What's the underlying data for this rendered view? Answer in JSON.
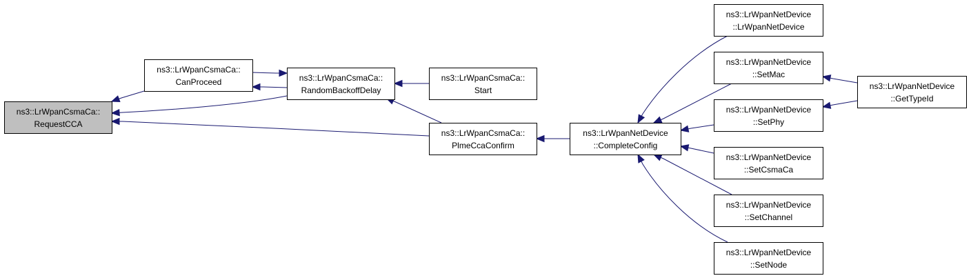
{
  "colors": {
    "edge": "#191970",
    "node_fill": "#ffffff",
    "node_highlight_fill": "#bfbfbf",
    "node_border": "#000000"
  },
  "nodes": [
    {
      "id": "request-cca",
      "line1": "ns3::LrWpanCsmaCa::",
      "line2": "RequestCCA",
      "highlighted": true
    },
    {
      "id": "can-proceed",
      "line1": "ns3::LrWpanCsmaCa::",
      "line2": "CanProceed",
      "highlighted": false
    },
    {
      "id": "random-backoff-delay",
      "line1": "ns3::LrWpanCsmaCa::",
      "line2": "RandomBackoffDelay",
      "highlighted": false
    },
    {
      "id": "start",
      "line1": "ns3::LrWpanCsmaCa::",
      "line2": "Start",
      "highlighted": false
    },
    {
      "id": "plme-cca-confirm",
      "line1": "ns3::LrWpanCsmaCa::",
      "line2": "PlmeCcaConfirm",
      "highlighted": false
    },
    {
      "id": "complete-config",
      "line1": "ns3::LrWpanNetDevice",
      "line2": "::CompleteConfig",
      "highlighted": false
    },
    {
      "id": "lrwpannetdevice",
      "line1": "ns3::LrWpanNetDevice",
      "line2": "::LrWpanNetDevice",
      "highlighted": false
    },
    {
      "id": "set-mac",
      "line1": "ns3::LrWpanNetDevice",
      "line2": "::SetMac",
      "highlighted": false
    },
    {
      "id": "set-phy",
      "line1": "ns3::LrWpanNetDevice",
      "line2": "::SetPhy",
      "highlighted": false
    },
    {
      "id": "set-csma-ca",
      "line1": "ns3::LrWpanNetDevice",
      "line2": "::SetCsmaCa",
      "highlighted": false
    },
    {
      "id": "set-channel",
      "line1": "ns3::LrWpanNetDevice",
      "line2": "::SetChannel",
      "highlighted": false
    },
    {
      "id": "set-node",
      "line1": "ns3::LrWpanNetDevice",
      "line2": "::SetNode",
      "highlighted": false
    },
    {
      "id": "get-type-id",
      "line1": "ns3::LrWpanNetDevice",
      "line2": "::GetTypeId",
      "highlighted": false
    }
  ],
  "edges": [
    {
      "from": "can-proceed",
      "to": "request-cca"
    },
    {
      "from": "random-backoff-delay",
      "to": "request-cca"
    },
    {
      "from": "plme-cca-confirm",
      "to": "request-cca"
    },
    {
      "from": "random-backoff-delay",
      "to": "can-proceed"
    },
    {
      "from": "can-proceed",
      "to": "random-backoff-delay"
    },
    {
      "from": "start",
      "to": "random-backoff-delay"
    },
    {
      "from": "plme-cca-confirm",
      "to": "random-backoff-delay"
    },
    {
      "from": "complete-config",
      "to": "plme-cca-confirm"
    },
    {
      "from": "lrwpannetdevice",
      "to": "complete-config"
    },
    {
      "from": "set-mac",
      "to": "complete-config"
    },
    {
      "from": "set-phy",
      "to": "complete-config"
    },
    {
      "from": "set-csma-ca",
      "to": "complete-config"
    },
    {
      "from": "set-channel",
      "to": "complete-config"
    },
    {
      "from": "set-node",
      "to": "complete-config"
    },
    {
      "from": "get-type-id",
      "to": "set-mac"
    },
    {
      "from": "get-type-id",
      "to": "set-phy"
    }
  ]
}
